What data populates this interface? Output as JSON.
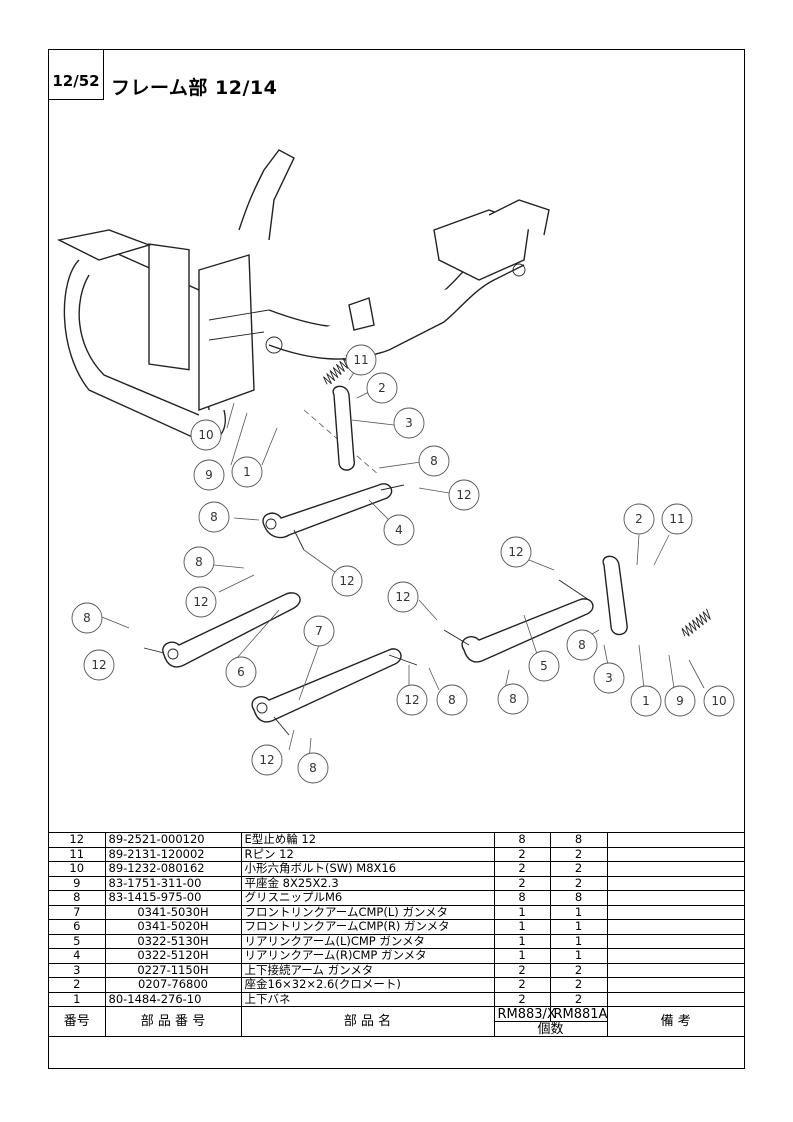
{
  "header": {
    "page_number": "12/52",
    "title": "フレーム部 12/14"
  },
  "callouts": [
    "11",
    "2",
    "3",
    "10",
    "9",
    "1",
    "8",
    "12",
    "4",
    "8",
    "12",
    "8",
    "12",
    "6",
    "8",
    "12",
    "7",
    "12",
    "8",
    "12",
    "8",
    "2",
    "11",
    "12",
    "12",
    "5",
    "8",
    "8",
    "3",
    "1",
    "9",
    "10"
  ],
  "columns": {
    "no": "番号",
    "part_no": "部 品 番 号",
    "part_name": "部 品 名",
    "model_a": "RM883/X",
    "model_b": "RM881A",
    "qty": "個数",
    "remarks": "備 考"
  },
  "rows": [
    {
      "no": "12",
      "part_no": "89-2521-000120",
      "name": "E型止め輪 12",
      "qty_a": "8",
      "qty_b": "8",
      "remarks": ""
    },
    {
      "no": "11",
      "part_no": "89-2131-120002",
      "name": "Rピン 12",
      "qty_a": "2",
      "qty_b": "2",
      "remarks": ""
    },
    {
      "no": "10",
      "part_no": "89-1232-080162",
      "name": "小形六角ボルト(SW) M8X16",
      "qty_a": "2",
      "qty_b": "2",
      "remarks": ""
    },
    {
      "no": "9",
      "part_no": "83-1751-311-00",
      "name": "平座金 8X25X2.3",
      "qty_a": "2",
      "qty_b": "2",
      "remarks": ""
    },
    {
      "no": "8",
      "part_no": "83-1415-975-00",
      "name": "グリスニップルM6",
      "qty_a": "8",
      "qty_b": "8",
      "remarks": ""
    },
    {
      "no": "7",
      "part_no": "0341-5030H",
      "name": "フロントリンクアームCMP(L) ガンメタ",
      "qty_a": "1",
      "qty_b": "1",
      "remarks": ""
    },
    {
      "no": "6",
      "part_no": "0341-5020H",
      "name": "フロントリンクアームCMP(R) ガンメタ",
      "qty_a": "1",
      "qty_b": "1",
      "remarks": ""
    },
    {
      "no": "5",
      "part_no": "0322-5130H",
      "name": "リアリンクアーム(L)CMP ガンメタ",
      "qty_a": "1",
      "qty_b": "1",
      "remarks": ""
    },
    {
      "no": "4",
      "part_no": "0322-5120H",
      "name": "リアリンクアーム(R)CMP ガンメタ",
      "qty_a": "1",
      "qty_b": "1",
      "remarks": ""
    },
    {
      "no": "3",
      "part_no": "0227-1150H",
      "name": "上下接続アーム ガンメタ",
      "qty_a": "2",
      "qty_b": "2",
      "remarks": ""
    },
    {
      "no": "2",
      "part_no": "0207-76800",
      "name": "座金16×32×2.6(クロメート)",
      "qty_a": "2",
      "qty_b": "2",
      "remarks": ""
    },
    {
      "no": "1",
      "part_no": "80-1484-276-10",
      "name": "上下バネ",
      "qty_a": "2",
      "qty_b": "2",
      "remarks": ""
    }
  ]
}
